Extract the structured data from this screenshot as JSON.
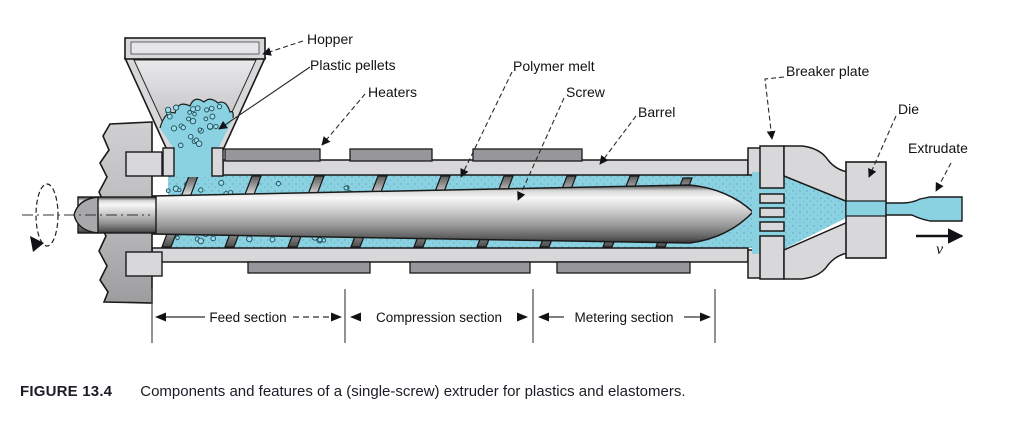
{
  "figure": {
    "labels": {
      "hopper": "Hopper",
      "plastic_pellets": "Plastic pellets",
      "heaters": "Heaters",
      "polymer_melt": "Polymer melt",
      "screw": "Screw",
      "barrel": "Barrel",
      "breaker_plate": "Breaker plate",
      "die": "Die",
      "extrudate": "Extrudate",
      "velocity": "v"
    },
    "sections": {
      "feed": "Feed section",
      "compression": "Compression section",
      "metering": "Metering section"
    },
    "caption": {
      "figure_label": "FIGURE 13.4",
      "text": "Components and features of a (single-screw) extruder for plastics and elastomers."
    },
    "colors": {
      "melt": "#8ad2e2",
      "pellet": "#9fdbe8",
      "housing": "#d8d8da",
      "heater": "#97979b",
      "outline": "#1a1a1a"
    }
  }
}
